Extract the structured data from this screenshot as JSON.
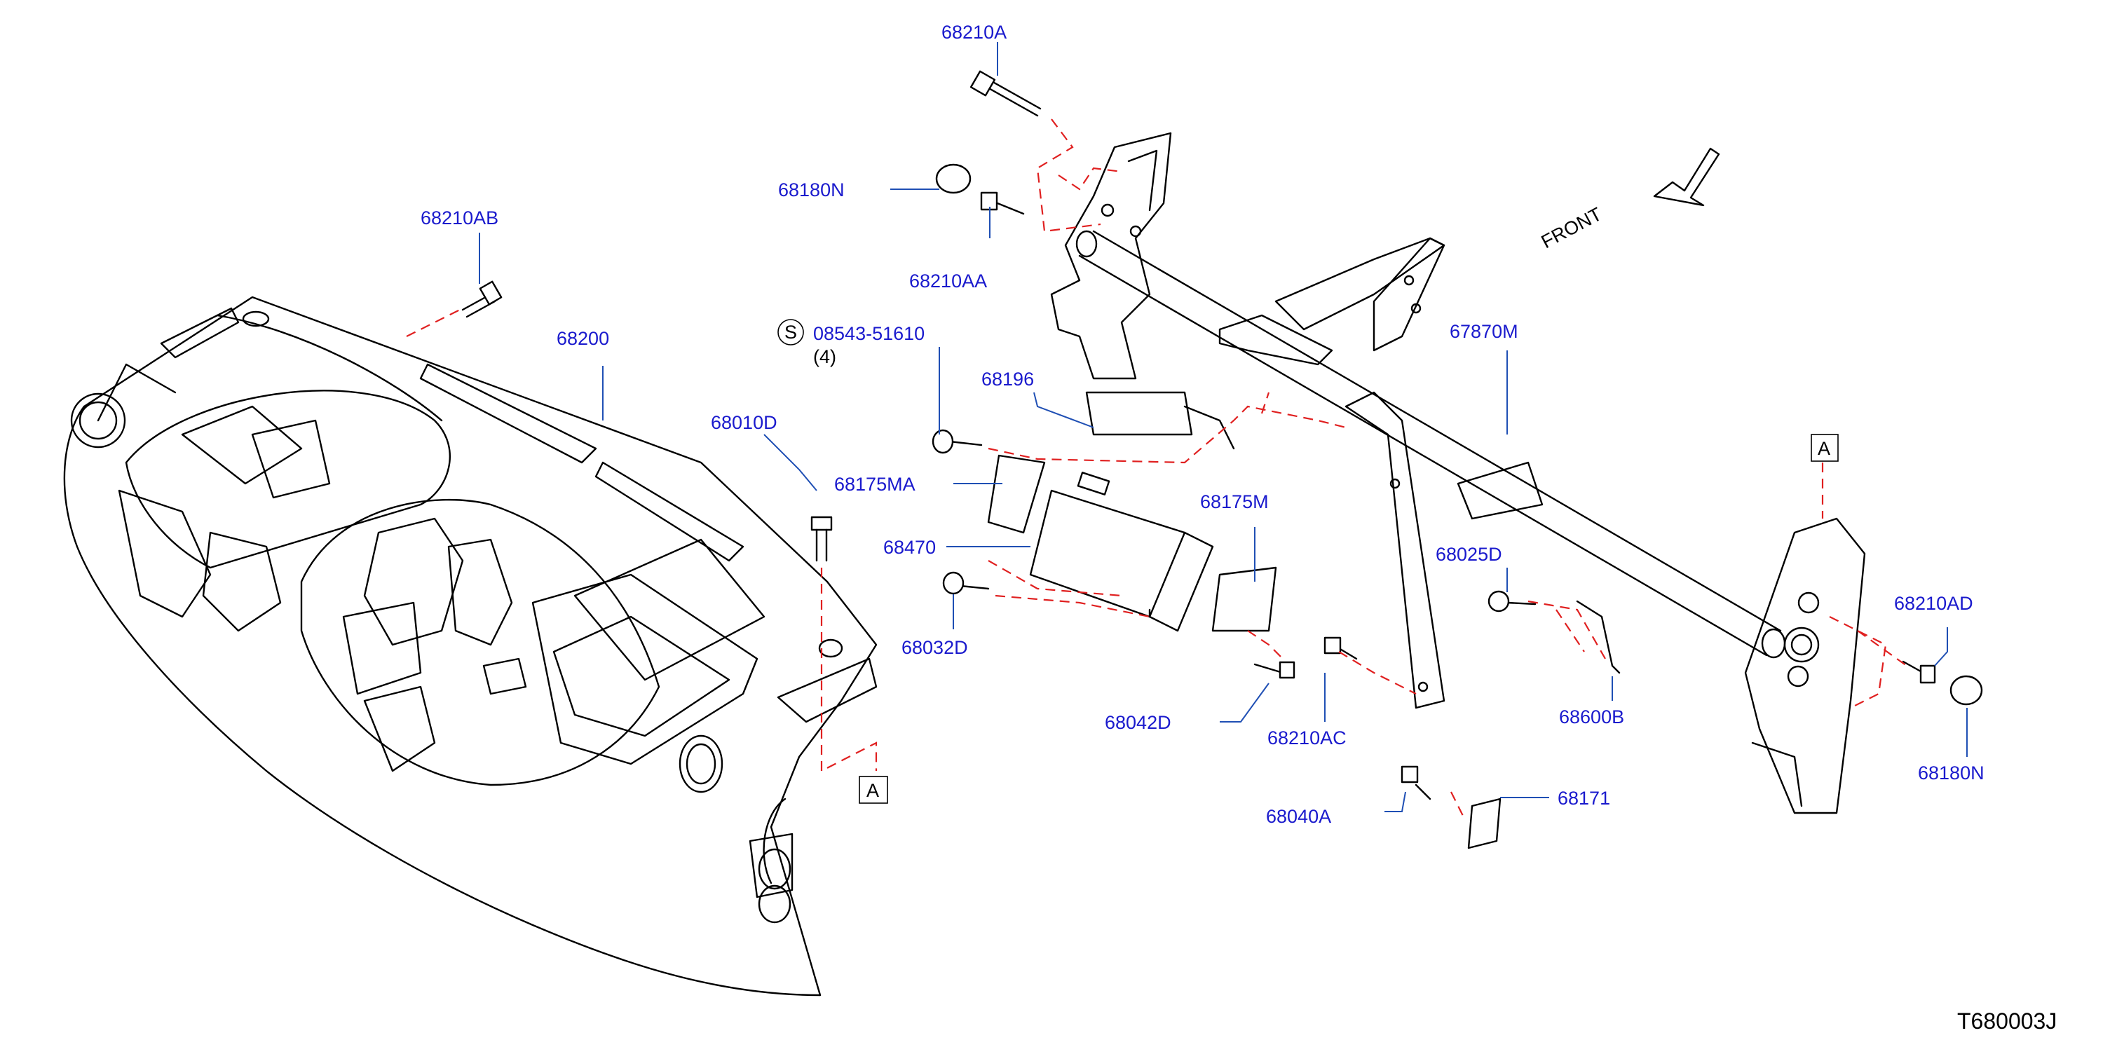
{
  "diagram_code": "T680003J",
  "front_label": "FRONT",
  "ref_marker": "A",
  "service_symbol": "S",
  "service_part": "08543-51610",
  "service_qty": "(4)",
  "parts": {
    "p68210A": "68210A",
    "p68180N_top": "68180N",
    "p68210AA": "68210AA",
    "p68210AB": "68210AB",
    "p68200": "68200",
    "p68010D": "68010D",
    "p68196": "68196",
    "p68175MA": "68175MA",
    "p68470": "68470",
    "p68175M": "68175M",
    "p68032D": "68032D",
    "p68042D": "68042D",
    "p68210AC": "68210AC",
    "p67870M": "67870M",
    "p68025D": "68025D",
    "p68600B": "68600B",
    "p68040A": "68040A",
    "p68171": "68171",
    "p68210AD": "68210AD",
    "p68180N_right": "68180N"
  },
  "colors": {
    "label": "#1a1acd",
    "leader": "#1f4fb4",
    "dashed": "#e02020",
    "line": "#000000"
  }
}
